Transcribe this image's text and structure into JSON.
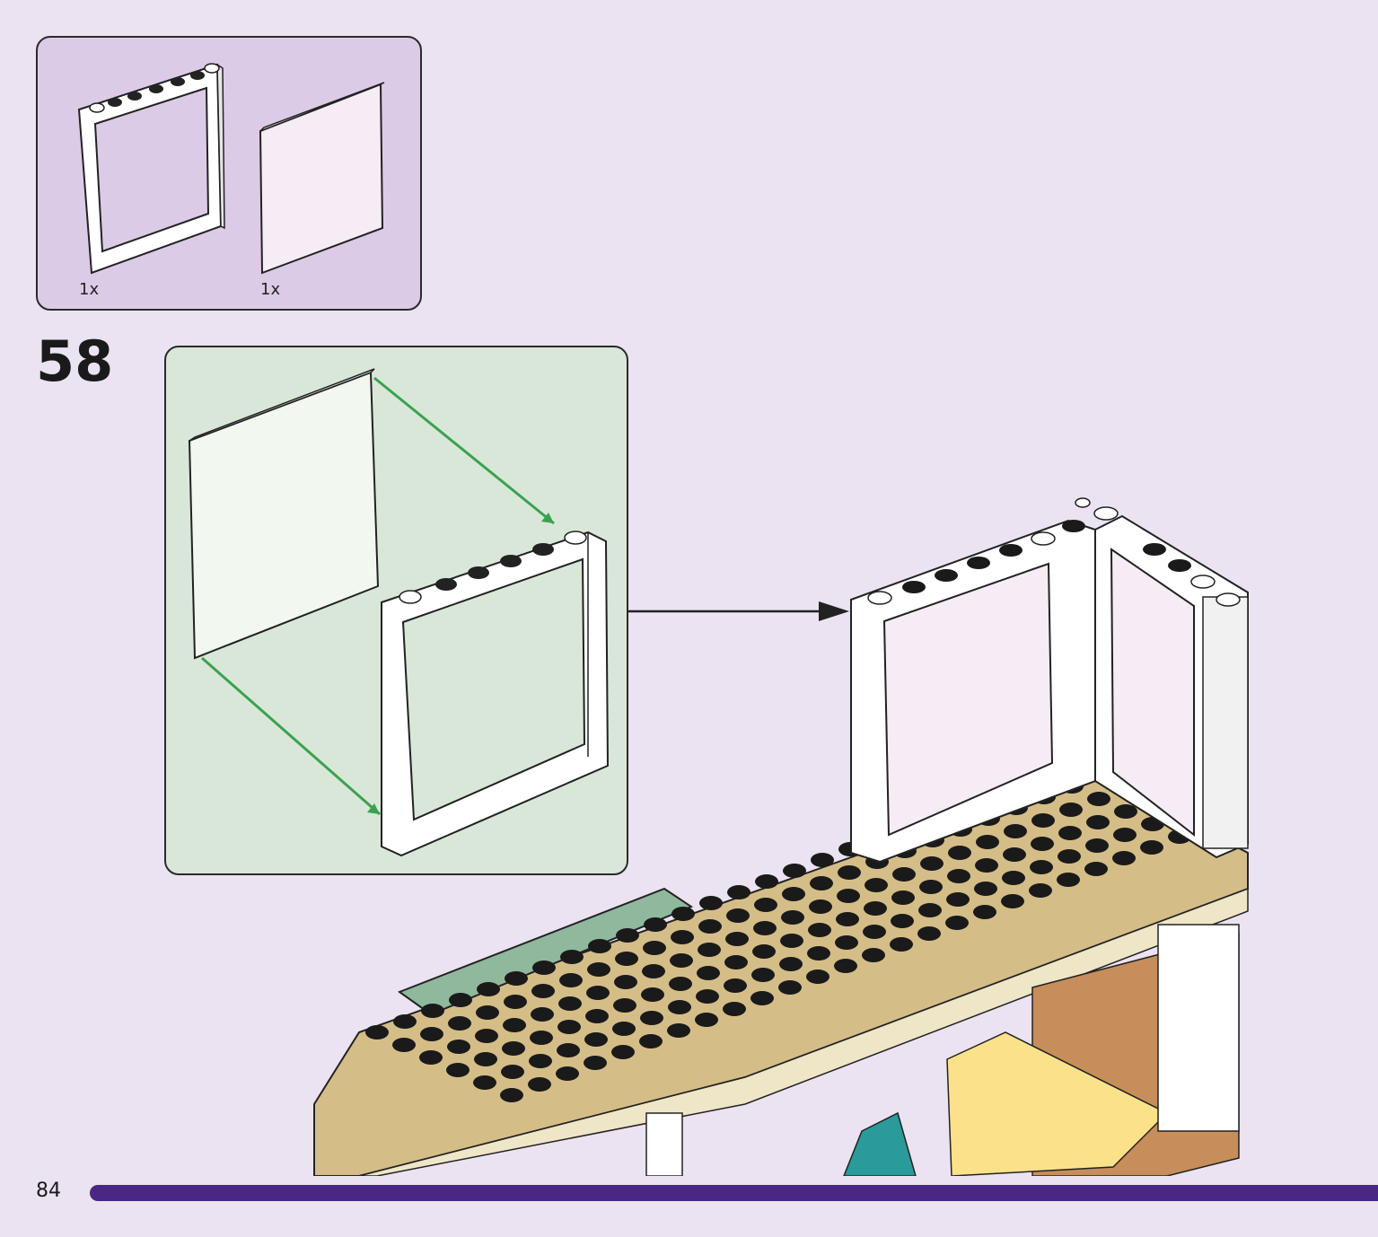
{
  "parts_list": {
    "items": [
      {
        "name": "window-frame",
        "quantity": "1x"
      },
      {
        "name": "window-glass",
        "quantity": "1x"
      }
    ]
  },
  "step": {
    "number": "58"
  },
  "page": {
    "number": "84"
  },
  "colors": {
    "background": "#ebe3f1",
    "parts_box": "#dccbe6",
    "callout_box": "#d9e7d9",
    "progress_bar": "#4a2685",
    "arrow_green": "#3aa24f",
    "plate_tan": "#d4bd87",
    "plate_green": "#8fb89c"
  },
  "icons": [
    "window-frame-icon",
    "window-glass-icon",
    "green-arrow-icon",
    "pointer-arrow-icon",
    "build-model-icon"
  ]
}
